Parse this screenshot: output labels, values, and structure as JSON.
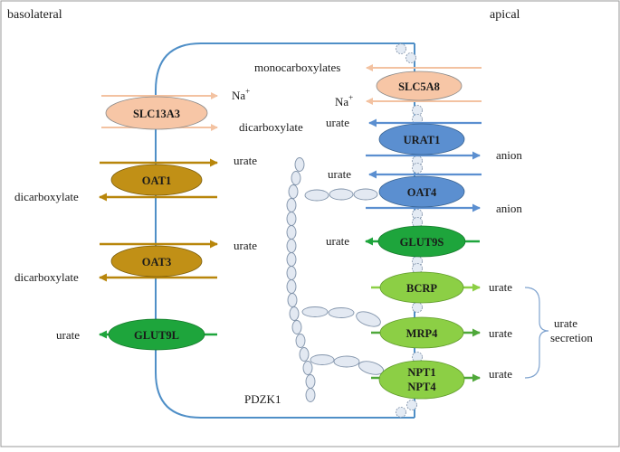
{
  "sides": {
    "left": "basolateral",
    "right": "apical"
  },
  "colors": {
    "membrane": "#4f8fc7",
    "peach": "#f7c6a6",
    "peach_arrow": "#f3c2a1",
    "gold": "#b8860b",
    "gold_fill": "#c19016",
    "green_dark": "#1ea53c",
    "green_light": "#8ccf45",
    "blue": "#5b8fd0",
    "pdz": "#e3e9f2"
  },
  "transporters": {
    "slc13a3": "SLC13A3",
    "oat1": "OAT1",
    "oat3": "OAT3",
    "glut9l": "GLUT9L",
    "slc5a8": "SLC5A8",
    "urat1": "URAT1",
    "oat4": "OAT4",
    "glut9s": "GLUT9S",
    "bcrp": "BCRP",
    "mrp4": "MRP4",
    "npt_line1": "NPT1",
    "npt_line2": "NPT4"
  },
  "labels": {
    "na_left": "Na",
    "na_left_sup": "+",
    "dicarboxylate_slc13a3": "dicarboxylate",
    "urate_oat1": "urate",
    "dicarboxylate_oat1": "dicarboxylate",
    "urate_oat3": "urate",
    "dicarboxylate_oat3": "dicarboxylate",
    "urate_glut9l": "urate",
    "monocarboxylates": "monocarboxylates",
    "na_right": "Na",
    "na_right_sup": "+",
    "urate_urat1": "urate",
    "anion_urat1": "anion",
    "urate_oat4": "urate",
    "anion_oat4": "anion",
    "urate_glut9s": "urate",
    "urate_bcrp": "urate",
    "urate_mrp4": "urate",
    "urate_npt": "urate",
    "secretion_line1": "urate",
    "secretion_line2": "secretion",
    "pdzk1": "PDZK1"
  }
}
